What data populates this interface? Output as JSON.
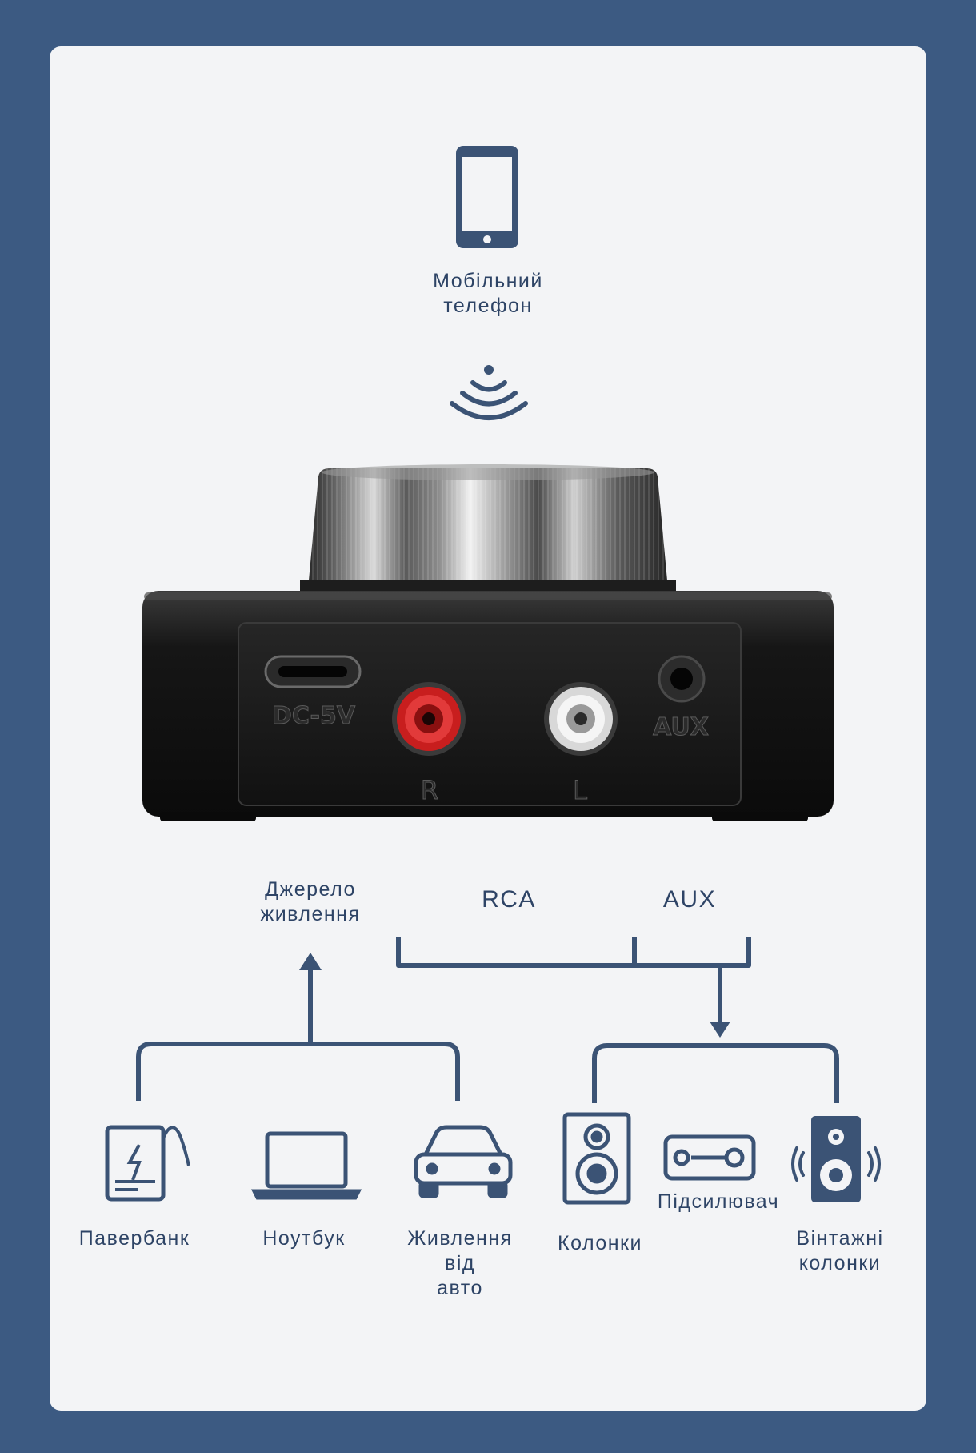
{
  "phone": {
    "label_line1": "Мобільний",
    "label_line2": "телефон"
  },
  "device": {
    "dc_label": "DC-5V",
    "r_label": "R",
    "l_label": "L",
    "aux_label": "AUX"
  },
  "inputs": {
    "power_source_line1": "Джерело",
    "power_source_line2": "живлення"
  },
  "outputs": {
    "rca": "RCA",
    "aux": "AUX"
  },
  "sources": [
    {
      "label": "Павербанк",
      "icon": "power-bank-icon"
    },
    {
      "label": "Ноутбук",
      "icon": "laptop-icon"
    },
    {
      "label_line1": "Живлення",
      "label_line2": "від",
      "label_line3": "авто",
      "icon": "car-icon"
    }
  ],
  "sinks": [
    {
      "label": "Колонки",
      "icon": "speaker-icon"
    },
    {
      "label": "Підсилювач",
      "icon": "amplifier-icon"
    },
    {
      "label_line1": "Вінтажні",
      "label_line2": "колонки",
      "icon": "vintage-speaker-icon"
    }
  ],
  "colors": {
    "accent": "#3b5375",
    "background": "#3c5a82",
    "card": "#f3f4f6"
  }
}
